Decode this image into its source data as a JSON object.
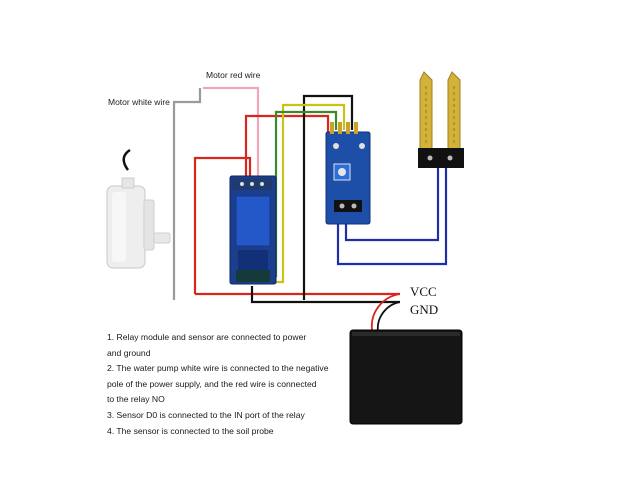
{
  "labels": {
    "motor_red_wire": "Motor red wire",
    "motor_white_wire": "Motor white wire",
    "vcc": "VCC",
    "gnd": "GND"
  },
  "instructions": [
    "1. Relay module and sensor are connected to power",
    "and ground",
    "2. The water pump white wire is connected to the negative",
    "pole of the power supply, and the red wire is connected",
    "to the relay NO",
    "3. Sensor D0 is connected to the IN port of the relay",
    "4. The sensor is connected to the soil probe"
  ],
  "wire_colors": {
    "red": "#d9261c",
    "black": "#111111",
    "yellow": "#c9c21a",
    "green": "#3b8a2a",
    "blue": "#1f2fa8",
    "white": "#9a9a9a",
    "pink": "#f0a8b8"
  },
  "components": [
    "water-pump",
    "relay-module",
    "sensor-module",
    "soil-probe",
    "battery-box"
  ]
}
